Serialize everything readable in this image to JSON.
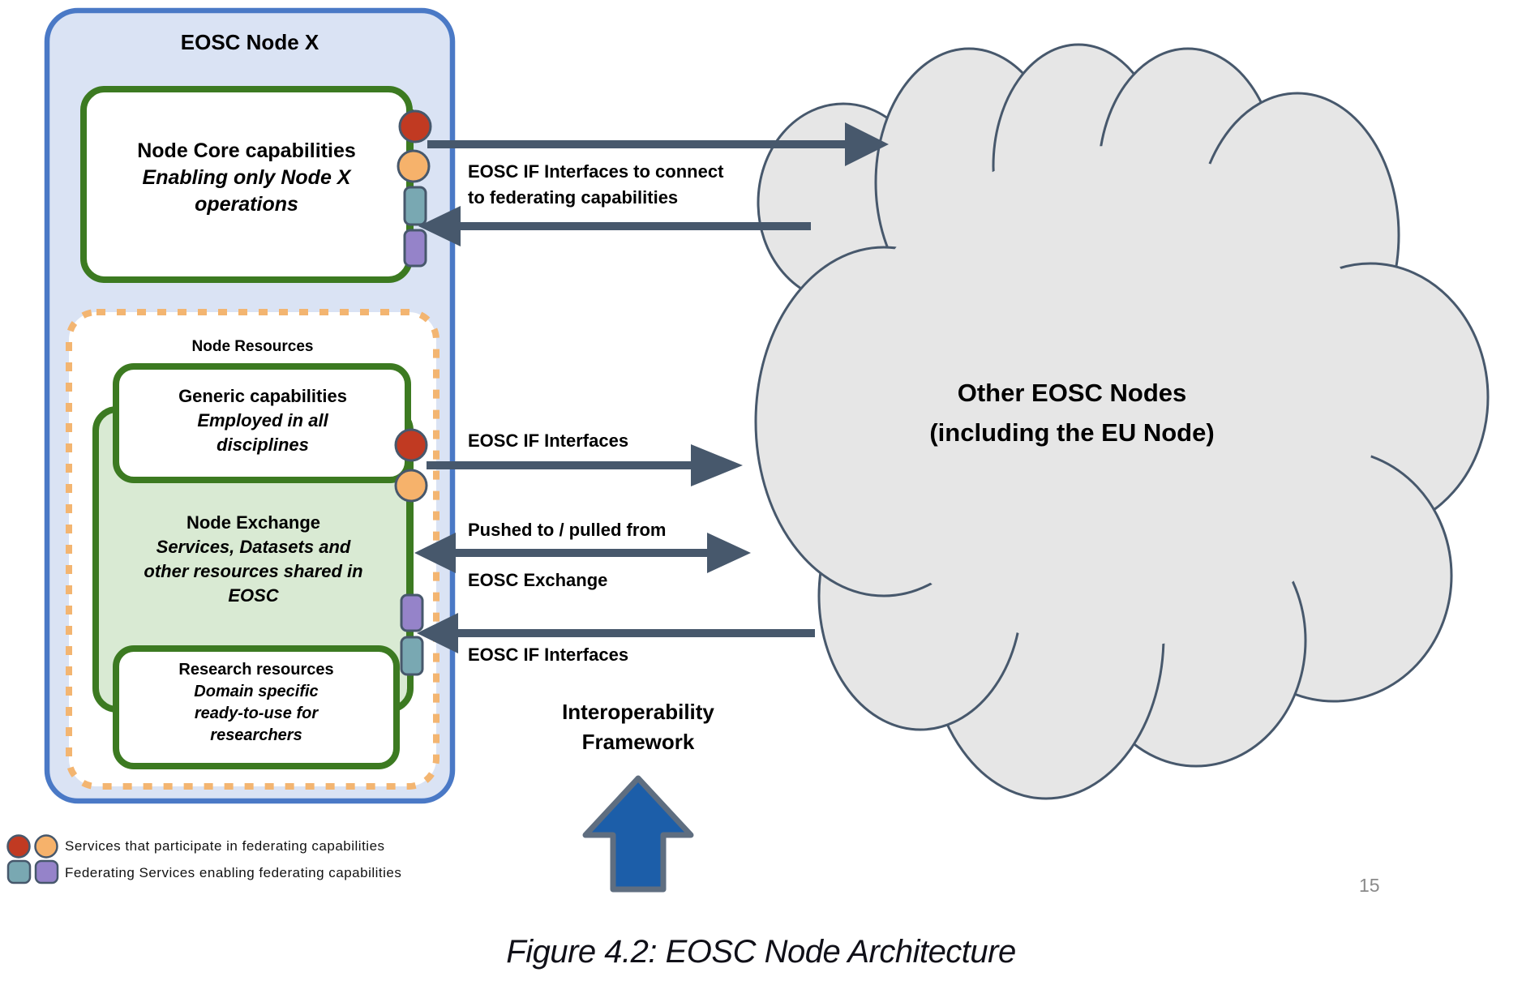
{
  "node_x": {
    "title": "EOSC Node X",
    "core": {
      "lines": [
        "Node Core capabilities",
        "Enabling only Node X",
        "operations"
      ]
    },
    "resources_label": "Node Resources",
    "generic": {
      "lines": [
        "Generic capabilities",
        "Employed in all",
        "disciplines"
      ]
    },
    "exchange": {
      "lines": [
        "Node Exchange",
        "Services, Datasets and",
        "other resources shared in",
        "EOSC"
      ]
    },
    "research": {
      "lines": [
        "Research resources",
        "Domain specific",
        "ready-to-use for",
        "researchers"
      ]
    }
  },
  "cloud": {
    "lines": [
      "Other EOSC Nodes",
      "(including the EU Node)"
    ]
  },
  "labels": {
    "top_if": [
      "EOSC IF Interfaces to connect",
      "to federating capabilities"
    ],
    "mid_if": "EOSC IF Interfaces",
    "exchange_push": "Pushed to / pulled from",
    "exchange_name": "EOSC Exchange",
    "lower_if": "EOSC IF Interfaces",
    "framework": [
      "Interoperability",
      "Framework"
    ]
  },
  "legend": {
    "row1": "Services that participate in federating capabilities",
    "row2": "Federating Services enabling federating capabilities"
  },
  "page_number": "15",
  "caption": "Figure 4.2: EOSC Node Architecture",
  "colors": {
    "node_border_blue": "#4a79c6",
    "node_fill_blue": "#dae3f4",
    "green_border": "#3c7a21",
    "exchange_fill": "#d9ead3",
    "dashed_orange": "#f3b571",
    "service_red": "#c13a22",
    "service_orange": "#f6b26b",
    "federating_teal": "#79a8b2",
    "federating_purple": "#9583c9",
    "arrow_slate": "#47586c",
    "framework_arrow_blue": "#1c5ea9",
    "cloud_fill": "#e6e6e6"
  }
}
